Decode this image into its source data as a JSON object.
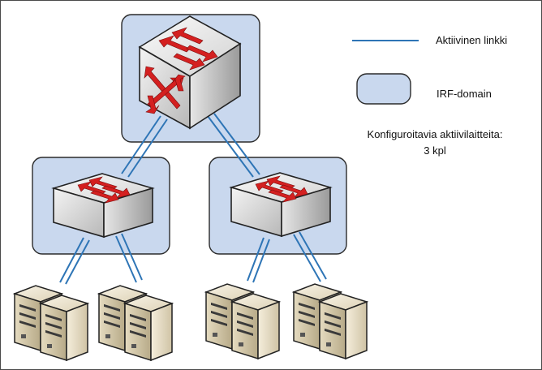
{
  "legend": {
    "active_link_label": "Aktiivinen linkki",
    "irf_domain_label": "IRF-domain",
    "configurable_label": "Konfiguroitavia aktiivilaitteita:",
    "configurable_count": "3 kpl"
  },
  "colors": {
    "link": "#2e75b6",
    "domain_fill": "#c9d8ee",
    "domain_stroke": "#2b2b2b",
    "switch_arrow": "#d42020",
    "server_body": "#e8dcc2"
  },
  "devices": {
    "core_switch": "core-switch-icon",
    "access_switches": [
      "access-switch-left-icon",
      "access-switch-right-icon"
    ],
    "server_groups": 4
  }
}
